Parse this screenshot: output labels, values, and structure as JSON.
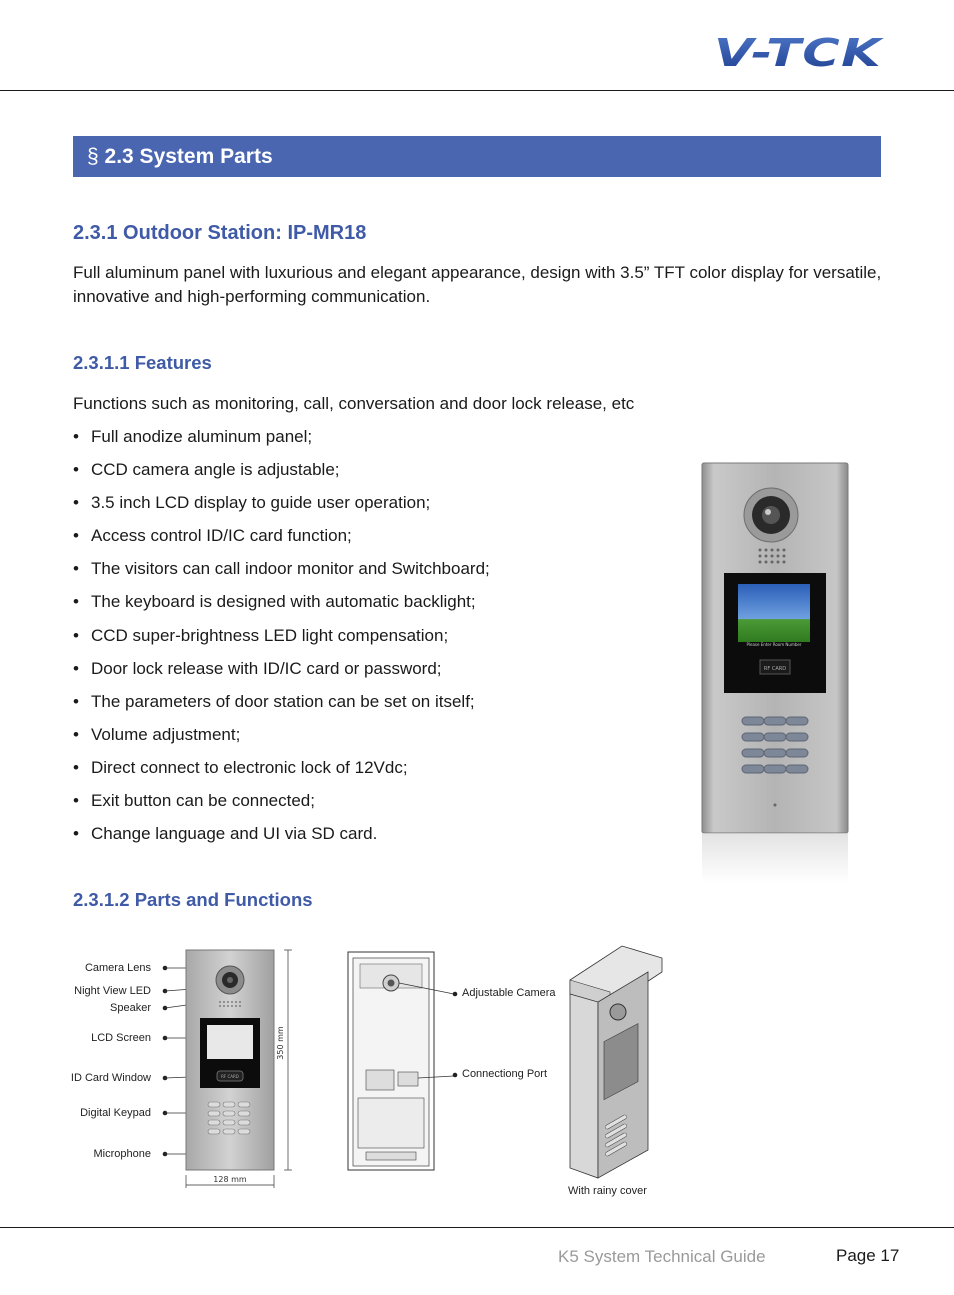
{
  "header": {
    "logo_text": "V-TCK"
  },
  "section": {
    "symbol": "§",
    "title": "2.3 System Parts"
  },
  "subsection": {
    "title": "2.3.1 Outdoor Station: IP-MR18",
    "intro": "Full aluminum panel with luxurious and elegant appearance, design with 3.5” TFT color display for versatile, innovative and high-performing communication."
  },
  "features": {
    "title": "2.3.1.1 Features",
    "intro": "Functions such as monitoring, call, conversation and door lock release, etc",
    "bullet": "•",
    "items": [
      "Full anodize aluminum panel;",
      "CCD camera angle is adjustable;",
      "3.5 inch LCD display to guide user operation;",
      "Access control ID/IC card function;",
      "The visitors can call indoor monitor and Switchboard;",
      "The keyboard is designed with automatic backlight;",
      "CCD super-brightness LED light compensation;",
      "Door lock release with ID/IC card or password;",
      "The parameters of door station can be set on itself;",
      "Volume adjustment;",
      "Direct connect to electronic lock of 12Vdc;",
      "Exit button can be connected;",
      "Change language and UI via SD card."
    ]
  },
  "parts": {
    "title": "2.3.1.2 Parts and Functions",
    "front_labels": [
      "Camera Lens",
      "Night View LED",
      "Speaker",
      "LCD Screen",
      "ID Card Window",
      "Digital Keypad",
      "Microphone"
    ],
    "height_dim": "350 mm",
    "width_dim": "128 mm",
    "back_labels": [
      "Adjustable Camera",
      "Connectiong Port"
    ],
    "rainy_caption": "With rainy cover",
    "card_label": "RF CARD"
  },
  "product_photo": {
    "screen_text": "Please Enter Room Number",
    "card_label": "RF CARD"
  },
  "footer": {
    "guide": "K5 System Technical Guide",
    "page": "Page 17"
  },
  "colors": {
    "accent": "#4a66b0",
    "heading": "#3f5aa6"
  }
}
